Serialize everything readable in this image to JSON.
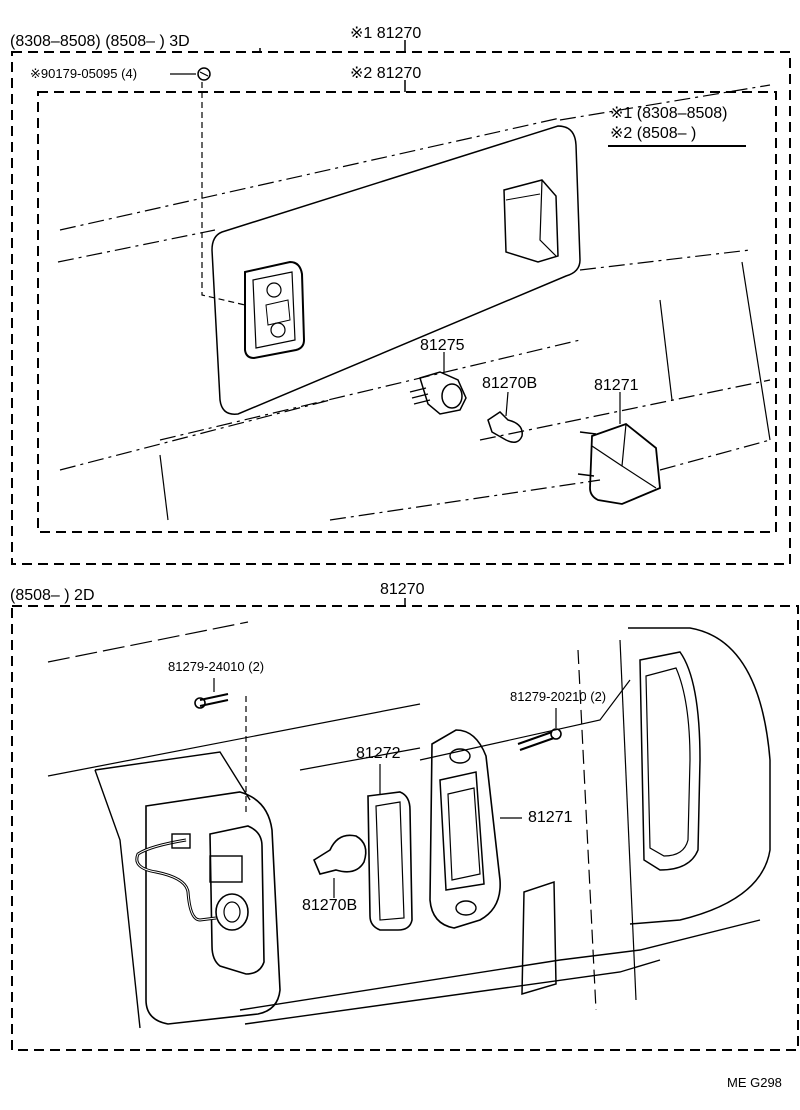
{
  "top_section": {
    "header_range": "(8308–8508) (8508–        ) 3D",
    "assembly_1": "※1 81270",
    "assembly_2": "※2 81270",
    "screw_callout": "※90179-05095 (4)",
    "legend_line_1": "※1 (8308–8508)",
    "legend_line_2": "※2 (8508–        )",
    "part_socket": "81275",
    "part_bulb": "81270B",
    "part_lens": "81271"
  },
  "bottom_section": {
    "header_range": "(8508–        ) 2D",
    "assembly": "81270",
    "screw_left": "81279-24010 (2)",
    "screw_right": "81279-20210 (2)",
    "part_gasket": "81272",
    "part_lens": "81271",
    "part_bulb": "81270B"
  },
  "footer": {
    "code": "ME  G298"
  }
}
